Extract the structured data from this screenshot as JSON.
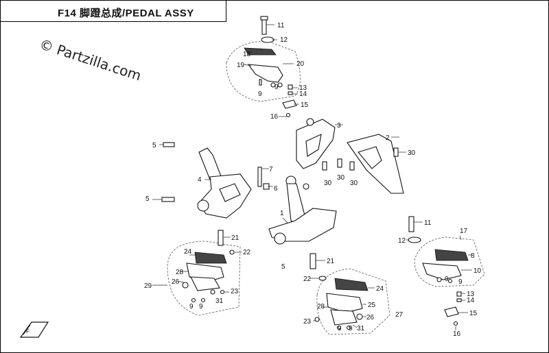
{
  "title": "F14 脚蹬总成/PEDAL  ASSY",
  "watermark": "© Partzilla.com",
  "callouts": [
    {
      "id": "c1",
      "text": "11"
    },
    {
      "id": "c2",
      "text": "12"
    },
    {
      "id": "c3",
      "text": "18"
    },
    {
      "id": "c4",
      "text": "19"
    },
    {
      "id": "c5",
      "text": "20"
    },
    {
      "id": "c6",
      "text": "9"
    },
    {
      "id": "c7",
      "text": "9"
    },
    {
      "id": "c8",
      "text": "13"
    },
    {
      "id": "c9",
      "text": "14"
    },
    {
      "id": "c10",
      "text": "15"
    },
    {
      "id": "c11",
      "text": "16"
    },
    {
      "id": "c12",
      "text": "3"
    },
    {
      "id": "c13",
      "text": "2"
    },
    {
      "id": "c14",
      "text": "30"
    },
    {
      "id": "c15",
      "text": "30"
    },
    {
      "id": "c16",
      "text": "30"
    },
    {
      "id": "c17",
      "text": "30"
    },
    {
      "id": "c18",
      "text": "5"
    },
    {
      "id": "c19",
      "text": "7"
    },
    {
      "id": "c20",
      "text": "4"
    },
    {
      "id": "c21",
      "text": "6"
    },
    {
      "id": "c22",
      "text": "5"
    },
    {
      "id": "c23",
      "text": "1"
    },
    {
      "id": "c24",
      "text": "11"
    },
    {
      "id": "c25",
      "text": "12"
    },
    {
      "id": "c26",
      "text": "17"
    },
    {
      "id": "c27",
      "text": "21"
    },
    {
      "id": "c28",
      "text": "22"
    },
    {
      "id": "c29",
      "text": "24"
    },
    {
      "id": "c30",
      "text": "28"
    },
    {
      "id": "c31",
      "text": "26"
    },
    {
      "id": "c32",
      "text": "29"
    },
    {
      "id": "c33",
      "text": "23"
    },
    {
      "id": "c34",
      "text": "9"
    },
    {
      "id": "c35",
      "text": "9"
    },
    {
      "id": "c36",
      "text": "31"
    },
    {
      "id": "c37",
      "text": "5"
    },
    {
      "id": "c38",
      "text": "21"
    },
    {
      "id": "c39",
      "text": "22"
    },
    {
      "id": "c40",
      "text": "24"
    },
    {
      "id": "c41",
      "text": "25"
    },
    {
      "id": "c42",
      "text": "28"
    },
    {
      "id": "c43",
      "text": "26"
    },
    {
      "id": "c44",
      "text": "27"
    },
    {
      "id": "c45",
      "text": "23"
    },
    {
      "id": "c46",
      "text": "31"
    },
    {
      "id": "c47",
      "text": "9"
    },
    {
      "id": "c48",
      "text": "9"
    },
    {
      "id": "c49",
      "text": "8"
    },
    {
      "id": "c50",
      "text": "10"
    },
    {
      "id": "c51",
      "text": "9"
    },
    {
      "id": "c52",
      "text": "9"
    },
    {
      "id": "c53",
      "text": "13"
    },
    {
      "id": "c54",
      "text": "14"
    },
    {
      "id": "c55",
      "text": "15"
    },
    {
      "id": "c56",
      "text": "16"
    }
  ],
  "colors": {
    "line": "#111111",
    "background": "#ffffff"
  },
  "icons": {
    "front_direction": "front-arrow-icon"
  }
}
